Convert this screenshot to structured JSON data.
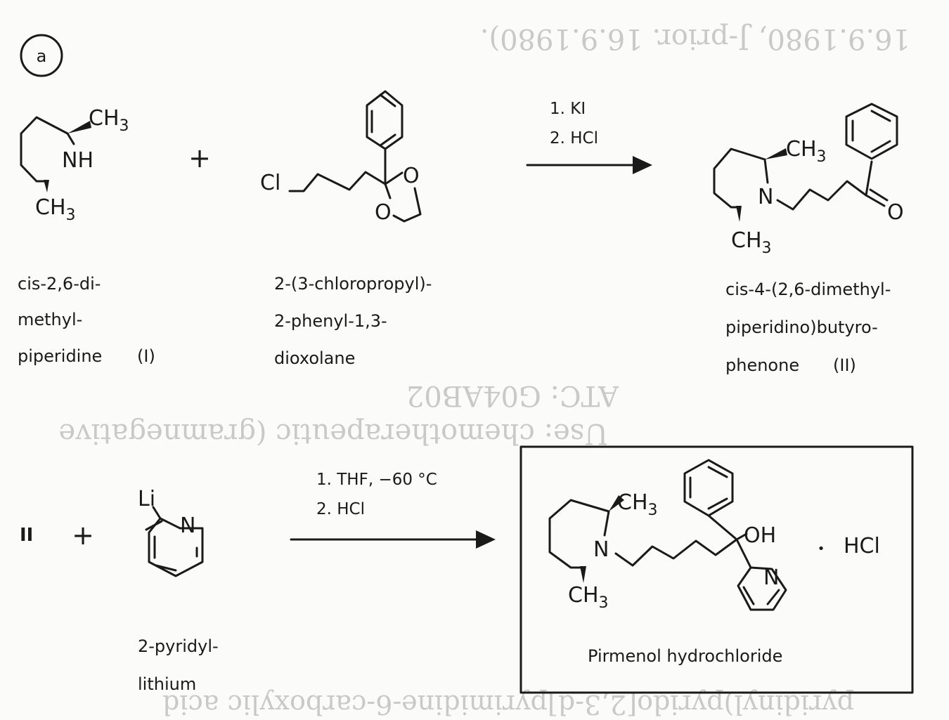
{
  "panel_label": "a",
  "ghost_text": {
    "top_header": "16.9.1980, J-prior. 16.9.1980).",
    "atc": "ATC:   G04AB02",
    "use": "Use:   chemotherapeutic (gramnegative",
    "bottom": "pyridinyl)pyrido[2,3-d]pyrimidine-6-carboxylic acid"
  },
  "reaction1": {
    "reactant1": {
      "name_lines": [
        "cis-2,6-di-",
        "methyl-",
        "piperidine"
      ],
      "label": "(I)",
      "atoms": {
        "nh": "NH",
        "ch": "CH",
        "sub": "3"
      }
    },
    "reactant2": {
      "name_lines": [
        "2-(3-chloropropyl)-",
        "2-phenyl-1,3-",
        "dioxolane"
      ],
      "atoms": {
        "cl": "Cl",
        "o": "O"
      }
    },
    "conditions": [
      "1. KI",
      "2. HCl"
    ],
    "product": {
      "name_lines": [
        "cis-4-(2,6-dimethyl-",
        "piperidino)butyro-",
        "phenone"
      ],
      "label": "(II)",
      "atoms": {
        "n": "N",
        "o": "O",
        "ch": "CH",
        "sub": "3"
      }
    }
  },
  "reaction2": {
    "reactant1_label": "II",
    "reactant2": {
      "name_lines": [
        "2-pyridyl-",
        "lithium"
      ],
      "atoms": {
        "li": "Li",
        "n": "N"
      }
    },
    "conditions": [
      "1. THF,   −60 °C",
      "2. HCl"
    ],
    "product": {
      "name": "Pirmenol hydrochloride",
      "atoms": {
        "n": "N",
        "oh": "OH",
        "ch": "CH",
        "sub": "3",
        "pyr_n": "N"
      },
      "salt": "HCl",
      "dot": "•"
    }
  },
  "plus_sign": "+"
}
